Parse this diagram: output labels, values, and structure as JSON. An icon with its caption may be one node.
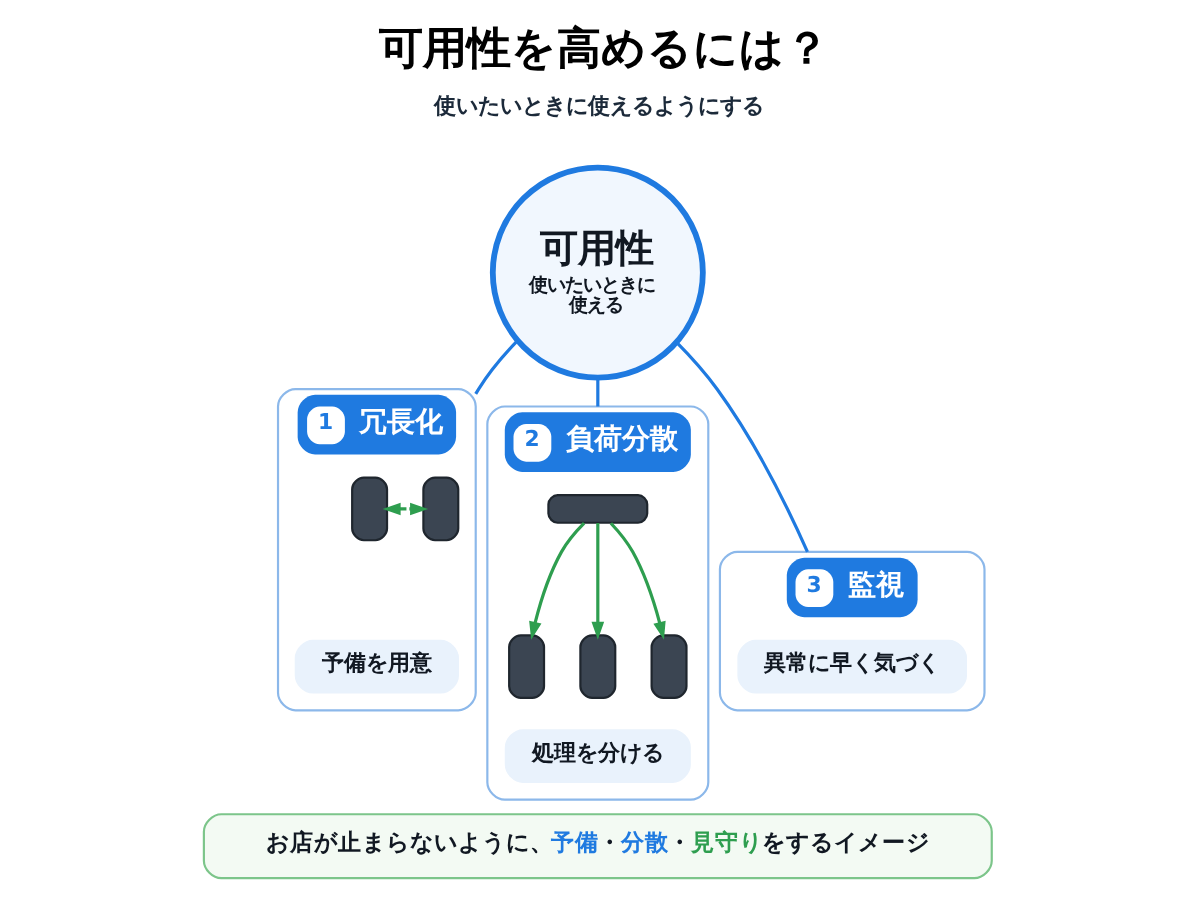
{
  "diagram": {
    "title": "可用性を高めるには？",
    "nodes": [
      {
        "text": [
          "1",
          "冗長化"
        ]
      },
      {
        "text": [],
        "shape": "server",
        "in": 0
      },
      {
        "text": [],
        "shape": "server",
        "in": 0
      },
      {
        "text": [
          "予備を用意"
        ],
        "in": 0
      },
      {
        "text": [
          "可用性",
          "使いたいときに使える"
        ]
      },
      {
        "text": [
          "2",
          "負荷分散"
        ]
      },
      {
        "text": [],
        "shape": "server",
        "in": 5
      },
      {
        "text": [],
        "shape": "server",
        "in": 5
      },
      {
        "text": [],
        "shape": "server",
        "in": 5
      },
      {
        "text": [],
        "shape": "server",
        "in": 5
      },
      {
        "text": [
          "処理を分ける"
        ],
        "in": 5
      },
      {
        "text": [
          "3",
          "監視"
        ]
      },
      {
        "text": [
          "異常に早く気づく"
        ],
        "in": 11
      },
      {
        "text": [
          "お店が止まらないように、**予備**・**分散**・**見守り**をするイメージ"
        ]
      }
    ],
    "edges": [
      {
        "from": 4,
        "to": 0,
        "arrow": "none",
        "color": "#1f7ae0"
      },
      {
        "from": 4,
        "to": 11,
        "arrow": "none",
        "color": "#1f7ae0"
      },
      {
        "from": 4,
        "to": 5,
        "arrow": "none",
        "color": "#1f7ae0"
      },
      {
        "from": 1,
        "to": 2,
        "arrow": "both",
        "style": "dashed"
      },
      {
        "from": 6,
        "to": 7,
        "arrow": "to"
      },
      {
        "from": 6,
        "to": 8,
        "arrow": "to"
      },
      {
        "from": 6,
        "to": 9,
        "arrow": "to"
      }
    ],
    "labels": [
      "使いたいときに使えるようにする"
    ]
  }
}
